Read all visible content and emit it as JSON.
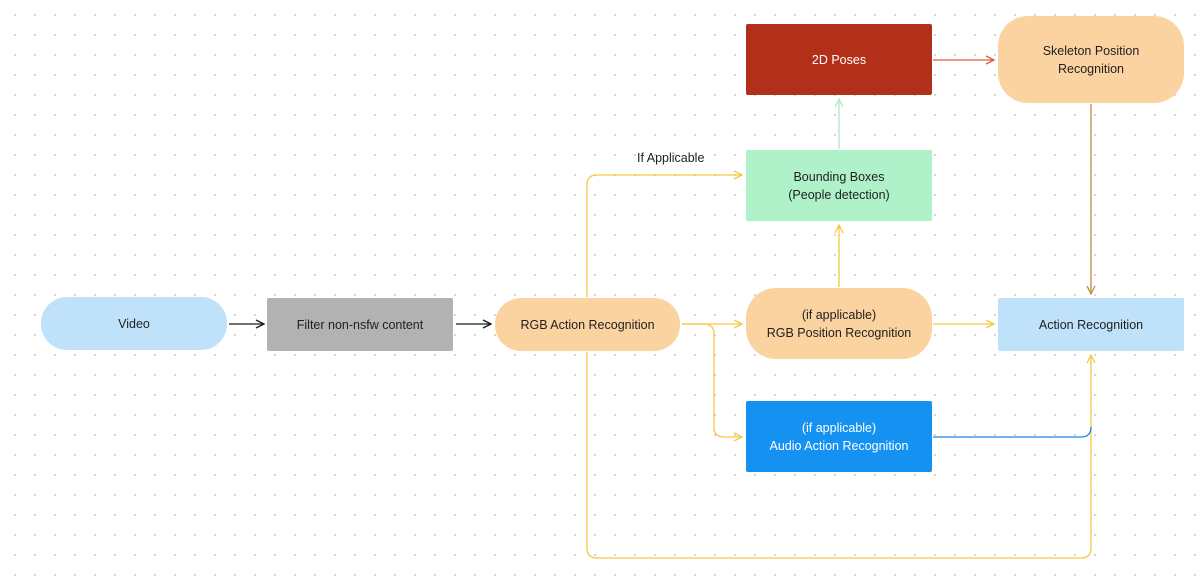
{
  "nodes": {
    "video": {
      "label": "Video"
    },
    "filter": {
      "label": "Filter non-nsfw content"
    },
    "rgb_action": {
      "label": "RGB Action Recognition"
    },
    "bounding_boxes": {
      "line1": "Bounding Boxes",
      "line2": "(People detection)"
    },
    "poses_2d": {
      "label": "2D Poses"
    },
    "skeleton": {
      "line1": "Skeleton Position",
      "line2": "Recognition"
    },
    "rgb_position": {
      "line1": "(if applicable)",
      "line2": "RGB Position Recognition"
    },
    "audio_action": {
      "line1": "(if applicable)",
      "line2": "Audio Action Recognition"
    },
    "action_recognition": {
      "label": "Action Recognition"
    }
  },
  "edge_labels": {
    "if_applicable": "If Applicable"
  },
  "colors": {
    "black_arrow": "#1a1a1a",
    "yellow_arrow": "#f6c744",
    "green_arrow": "#a9ebc4",
    "red_arrow": "#e05a3a",
    "brown_arrow": "#bf8f38",
    "blue_arrow": "#1e88e5",
    "poses_fill": "#b2301a",
    "audio_fill": "#1591f2"
  },
  "edges": [
    {
      "from": "video",
      "to": "filter",
      "color": "black"
    },
    {
      "from": "filter",
      "to": "rgb_action",
      "color": "black"
    },
    {
      "from": "rgb_action",
      "to": "rgb_position",
      "color": "yellow"
    },
    {
      "from": "rgb_action",
      "to": "audio_action",
      "color": "yellow"
    },
    {
      "from": "rgb_action",
      "to": "bounding_boxes",
      "color": "yellow",
      "label": "If Applicable"
    },
    {
      "from": "rgb_action",
      "to": "action_recognition",
      "color": "yellow"
    },
    {
      "from": "rgb_position",
      "to": "bounding_boxes",
      "color": "yellow"
    },
    {
      "from": "rgb_position",
      "to": "action_recognition",
      "color": "yellow"
    },
    {
      "from": "bounding_boxes",
      "to": "poses_2d",
      "color": "green"
    },
    {
      "from": "poses_2d",
      "to": "skeleton",
      "color": "red"
    },
    {
      "from": "skeleton",
      "to": "action_recognition",
      "color": "brown"
    },
    {
      "from": "audio_action",
      "to": "action_recognition",
      "color": "blue"
    }
  ]
}
